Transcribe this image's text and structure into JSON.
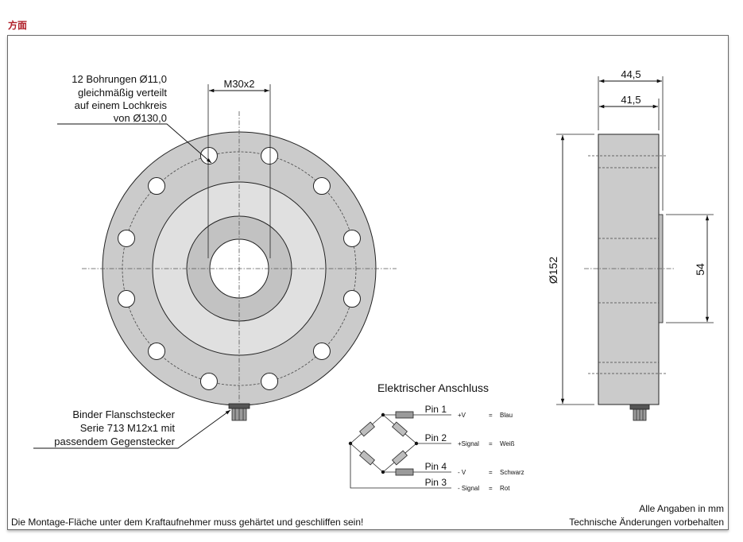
{
  "header": {
    "title": "方面"
  },
  "front_view": {
    "bore_label": "12 Bohrungen Ø11,0",
    "bore_line2": "gleichmäßig verteilt",
    "bore_line3": "auf einem Lochkreis",
    "bore_line4": "von Ø130,0",
    "thread_label": "M30x2",
    "connector_line1": "Binder Flanschstecker",
    "connector_line2": "Serie 713 M12x1 mit",
    "connector_line3": "passendem Gegenstecker"
  },
  "side_view": {
    "dim_total_width": "44,5",
    "dim_body_width": "41,5",
    "dim_diameter": "Ø152",
    "dim_hub": "54"
  },
  "electrical": {
    "title": "Elektrischer Anschluss",
    "pins": [
      {
        "pin": "Pin 1",
        "signal": "+V",
        "eq": "=",
        "color": "Blau"
      },
      {
        "pin": "Pin 2",
        "signal": "+Signal",
        "eq": "=",
        "color": "Weiß"
      },
      {
        "pin": "Pin 4",
        "signal": "- V",
        "eq": "=",
        "color": "Schwarz"
      },
      {
        "pin": "Pin 3",
        "signal": "- Signal",
        "eq": "=",
        "color": "Rot"
      }
    ]
  },
  "footer": {
    "left_note": "Die Montage-Fläche unter dem Kraftaufnehmer muss gehärtet und geschliffen sein!",
    "right_line1": "Alle Angaben in mm",
    "right_line2": "Technische Änderungen vorbehalten"
  },
  "colors": {
    "header_red": "#b0202a",
    "body_fill": "#cbcbcb",
    "ring_fill": "#e0e0e0",
    "hub_fill": "#c2c2c2"
  }
}
